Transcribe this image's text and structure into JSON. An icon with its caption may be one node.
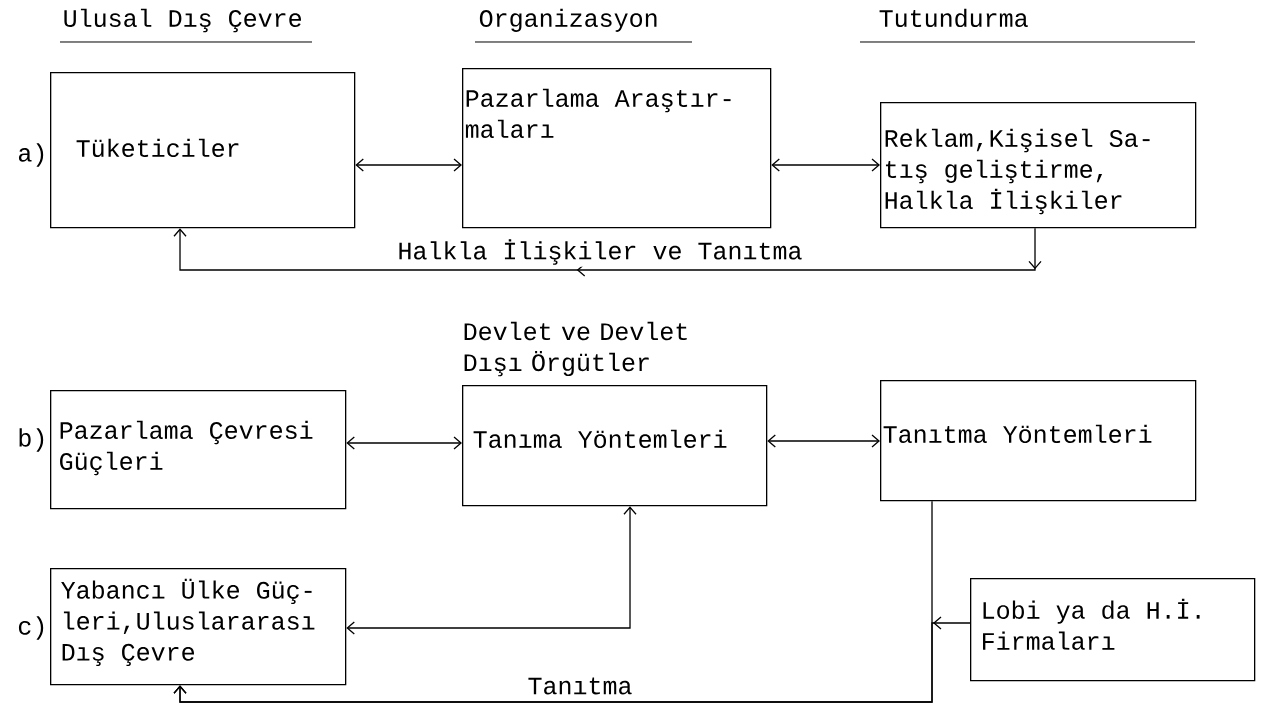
{
  "diagram": {
    "nodes": [
      {
        "text": [
          "Tüketiciler"
        ]
      },
      {
        "text": [
          "Pazarlama Araştır- maları"
        ]
      },
      {
        "text": [
          "Reklam,Kişisel Sa- tış geliştirme, Halkla İlişkiler"
        ]
      },
      {
        "text": [
          "Pazarlama Çevresi Güçleri"
        ]
      },
      {
        "text": [
          "Tanıma Yöntemleri"
        ],
        "beside": [
          "Devlet ve Devlet Dışı Örgütler"
        ]
      },
      {
        "text": [
          "Tanıtma Yöntemleri"
        ]
      },
      {
        "text": [
          "Lobi ya da H.İ. Firmaları"
        ]
      },
      {
        "text": [
          "Yabancı Ülke Güç- leri,Uluslararası Dış Çevre"
        ]
      }
    ],
    "edges": [
      {
        "from": 0,
        "to": 1,
        "arrow": "both"
      },
      {
        "from": 1,
        "to": 2,
        "arrow": "both"
      },
      {
        "from": 2,
        "to": 0,
        "arrow": "to",
        "label": "Halkla İlişkiler ve Tanıtma"
      },
      {
        "from": 3,
        "to": 4,
        "arrow": "both"
      },
      {
        "from": 4,
        "to": 5,
        "arrow": "both"
      },
      {
        "from": 4,
        "to": 7,
        "arrow": "both"
      },
      {
        "from": 5,
        "to": 7,
        "arrow": "to",
        "label": "Tanıtma"
      },
      {
        "from": 6,
        "to": 7,
        "arrow": "to"
      }
    ],
    "labels": [
      "Ulusal Dış Çevre",
      "Organizasyon",
      "Tutundurma",
      "a)",
      "b)",
      "c)"
    ]
  }
}
